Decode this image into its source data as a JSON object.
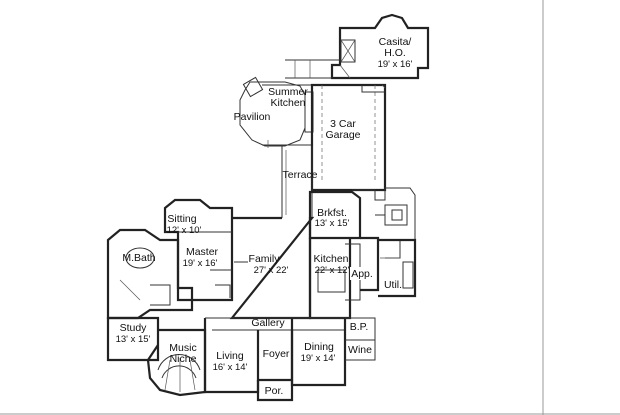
{
  "rooms": {
    "casita": {
      "name": "Casita/\nH.O.",
      "line1": "Casita/",
      "line2": "H.O.",
      "size": "19' x 16'"
    },
    "summer_kitchen": {
      "line1": "Summer",
      "line2": "Kitchen"
    },
    "pavilion": {
      "name": "Pavilion"
    },
    "garage": {
      "line1": "3 Car",
      "line2": "Garage"
    },
    "terrace": {
      "name": "Terrace"
    },
    "brkfst": {
      "name": "Brkfst.",
      "size": "13' x 15'"
    },
    "sitting": {
      "name": "Sitting",
      "size": "12' x 10'"
    },
    "master": {
      "name": "Master",
      "size": "19' x 16'"
    },
    "mbath": {
      "name": "M.Bath"
    },
    "family": {
      "name": "Family",
      "size": "27' x 22'"
    },
    "kitchen": {
      "name": "Kitchen",
      "size": "22' x 12'"
    },
    "app": {
      "name": "App."
    },
    "util": {
      "name": "Util."
    },
    "gallery": {
      "name": "Gallery"
    },
    "study": {
      "name": "Study",
      "size": "13' x 15'"
    },
    "music": {
      "line1": "Music",
      "line2": "Niche"
    },
    "living": {
      "name": "Living",
      "size": "16' x 14'"
    },
    "foyer": {
      "name": "Foyer"
    },
    "dining": {
      "name": "Dining",
      "size": "19' x 14'"
    },
    "bp": {
      "name": "B.P."
    },
    "wine": {
      "name": "Wine"
    },
    "porch": {
      "name": "Por."
    }
  }
}
